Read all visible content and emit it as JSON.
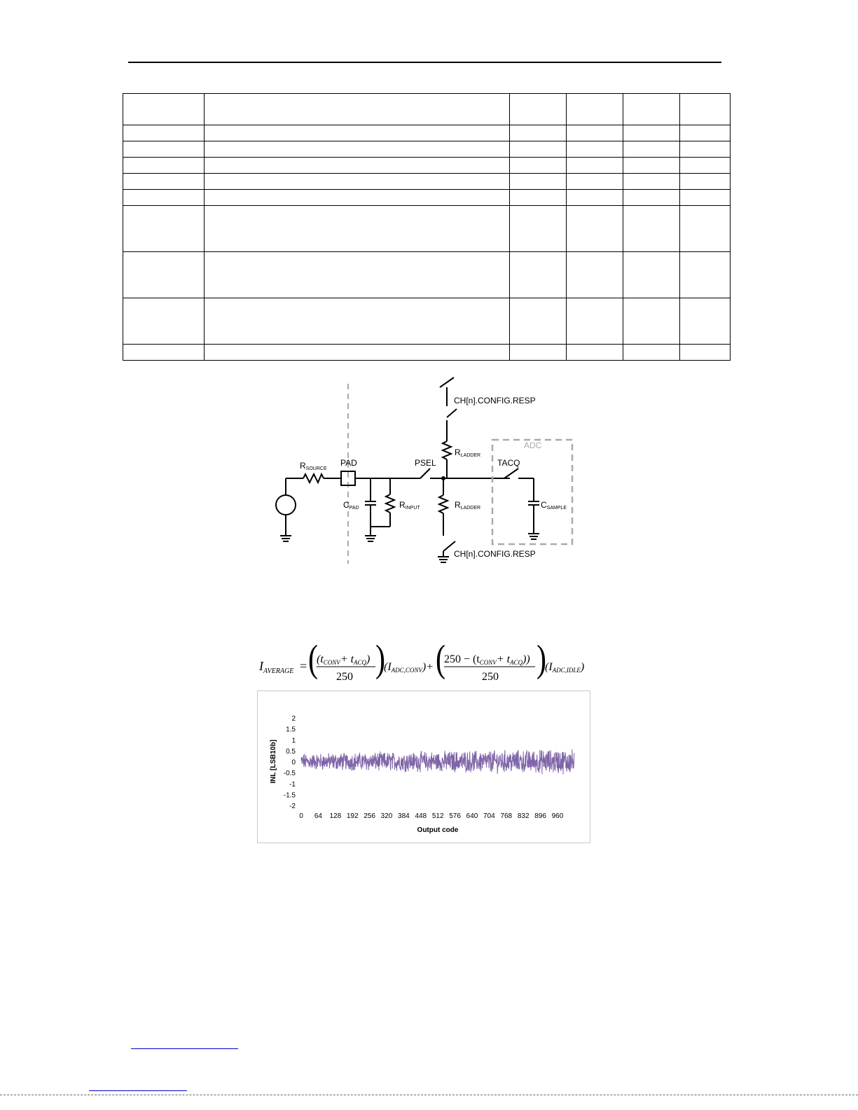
{
  "table": {
    "col_widths": [
      115,
      435,
      80,
      80,
      80,
      71
    ],
    "row_heights": [
      45,
      23,
      23,
      23,
      23,
      23,
      23,
      66,
      66,
      66,
      23
    ]
  },
  "circuit": {
    "labels": {
      "rsource": "R",
      "rsource_sub": "SOURCE",
      "pad": "PAD",
      "cpad": "C",
      "cpad_sub": "PAD",
      "rinput": "R",
      "rinput_sub": "INPUT",
      "psel": "PSEL",
      "rladder_top": "R",
      "rladder_top_sub": "LADDER",
      "rladder_bot": "R",
      "rladder_bot_sub": "LADDER",
      "config_top": "CH[n].CONFIG.RESP",
      "config_bot": "CH[n].CONFIG.RESP",
      "adc": "ADC",
      "tacq": "TACQ",
      "csample": "C",
      "csample_sub": "SAMPLE"
    }
  },
  "formula": {
    "lhs": "I",
    "lhs_sub": "AVERAGE",
    "num1": "(t",
    "tconv": "CONV",
    "plus": "+ t",
    "tacq": "ACQ",
    "den": "250",
    "iconv": "(I",
    "iconv_sub": "ADC,CONV",
    "num2_prefix": "250 − (t",
    "iidle": "(I",
    "iidle_sub": "ADC,IDLE"
  },
  "chart_data": {
    "type": "line",
    "xlabel": "Output code",
    "ylabel": "INL [LSB10b]",
    "ylim": [
      -2,
      2
    ],
    "yticks": [
      "2",
      "1.5",
      "1",
      "0.5",
      "0",
      "-0.5",
      "-1",
      "-1.5",
      "-2"
    ],
    "xticks": [
      "0",
      "64",
      "128",
      "192",
      "256",
      "320",
      "384",
      "448",
      "512",
      "576",
      "640",
      "704",
      "768",
      "832",
      "896",
      "960"
    ],
    "xlim": [
      0,
      1023
    ],
    "series_color": "#7f65a8",
    "noise_amplitude": 0.5,
    "grid": false
  }
}
